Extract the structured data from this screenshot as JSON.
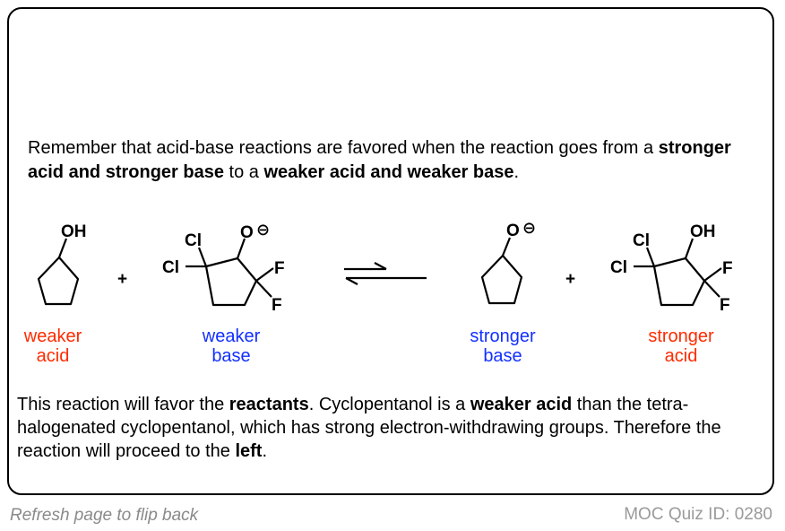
{
  "intro": {
    "line1": "Remember that acid-base reactions are favored when the reaction goes from a ",
    "bold1": "stronger acid and stronger base",
    "mid": " to a ",
    "bold2": "weaker acid and weaker base",
    "end": "."
  },
  "molecules": {
    "oh": "OH",
    "o": "O",
    "cl": "Cl",
    "f": "F",
    "plus": "+",
    "minus": "⊖"
  },
  "labels": {
    "r1_line1": "weaker",
    "r1_line2": "acid",
    "r2_line1": "weaker",
    "r2_line2": "base",
    "p1_line1": "stronger",
    "p1_line2": "base",
    "p2_line1": "stronger",
    "p2_line2": "acid"
  },
  "conclusion": {
    "t1": "This reaction will favor the ",
    "b1": "reactants",
    "t2": ".  Cyclopentanol is a ",
    "b2": "weaker acid",
    "t3": " than the tetra-halogenated cyclopentanol, which has strong electron-withdrawing groups. Therefore the reaction will proceed to the ",
    "b3": "left",
    "t4": "."
  },
  "footer": {
    "refresh": "Refresh page to flip back",
    "quiz_id": "MOC Quiz ID: 0280"
  },
  "colors": {
    "acid_base_red": "#ff2a00",
    "acid_base_blue": "#1230ff"
  }
}
